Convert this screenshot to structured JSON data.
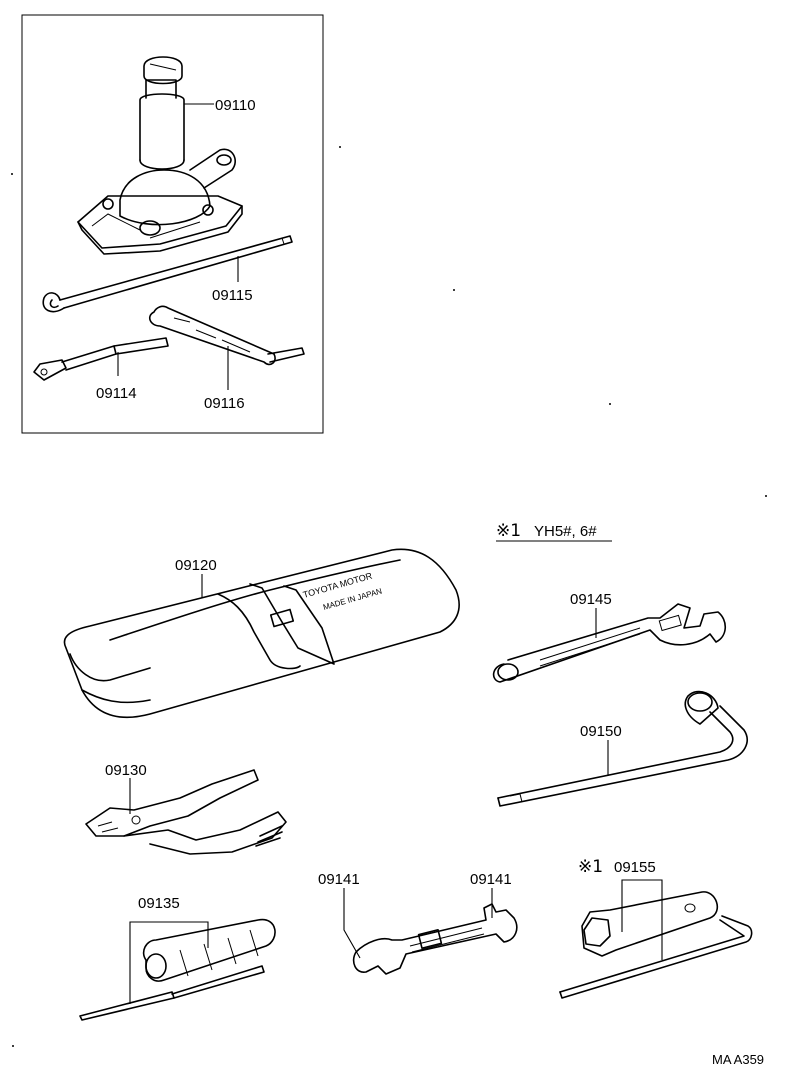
{
  "parts": {
    "p09110": "09110",
    "p09115": "09115",
    "p09114": "09114",
    "p09116": "09116",
    "p09120": "09120",
    "p09145": "09145",
    "p09150": "09150",
    "p09130": "09130",
    "p09135": "09135",
    "p09141a": "09141",
    "p09141b": "09141",
    "p09155": "09155"
  },
  "note": {
    "symbol": "※1",
    "text": "YH5#, 6#"
  },
  "note_ref": "※1",
  "tool_bag_text": {
    "line1": "TOYOTA MOTOR",
    "line2": "MADE IN JAPAN"
  },
  "diagram_id": "MA  A359",
  "icons": [
    "jack",
    "jack-handle",
    "jack-extension",
    "jack-crank",
    "tool-bag",
    "adjustable-wrench",
    "lug-wrench",
    "pliers",
    "screwdriver",
    "open-end-wrench",
    "spark-plug-wrench"
  ]
}
